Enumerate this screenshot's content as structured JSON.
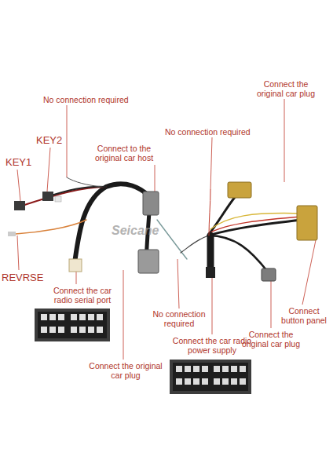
{
  "diagram": {
    "labels": [
      "No connection required",
      "KEY2",
      "KEY1",
      "Connect to the original car host",
      "REVRSE",
      "Connect the car radio serial port",
      "Seicane",
      "No connection required",
      "Connect the original car plug",
      "No connection required",
      "Connect the car radio power supply",
      "Connect the original car plug",
      "Connect the original car plug",
      "Connect button panel"
    ]
  }
}
